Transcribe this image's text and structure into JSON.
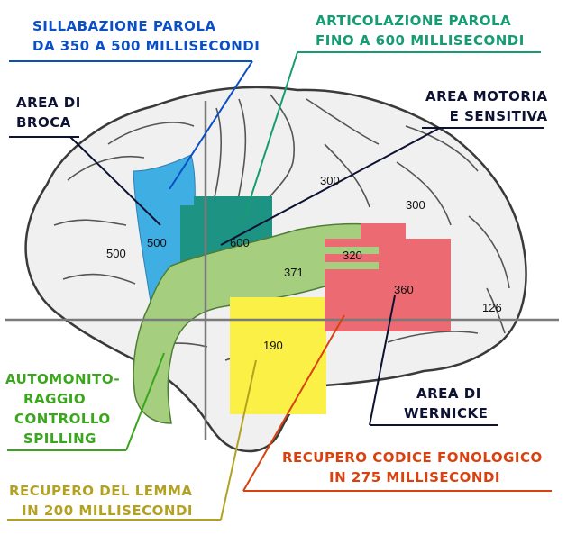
{
  "labels": {
    "sillabazione": [
      "SILLABAZIONE PAROLA",
      "DA 350 A 500  MILLISECONDI"
    ],
    "articolazione": [
      "ARTICOLAZIONE PAROLA",
      "FINO  A 600  MILLISECONDI"
    ],
    "broca": [
      "AREA DI",
      "BROCA"
    ],
    "motoria": [
      "AREA MOTORIA",
      "E SENSITIVA"
    ],
    "automonitoraggio": [
      "AUTOMONITO-",
      "RAGGIO",
      "CONTROLLO",
      "SPILLING"
    ],
    "wernicke": [
      "AREA DI",
      "WERNICKE"
    ],
    "fonologico": [
      "RECUPERO CODICE FONOLOGICO",
      "IN 275  MILLISECONDI"
    ],
    "lemma": [
      "RECUPERO DEL LEMMA",
      "IN 200 MILLISECONDI"
    ]
  },
  "numbers": {
    "n500_left": "500",
    "n500_blue": "500",
    "n600": "600",
    "n300_top": "300",
    "n300_right": "300",
    "n320": "320",
    "n371": "371",
    "n360": "360",
    "n126": "126",
    "n190": "190"
  },
  "colors": {
    "blue": "#0a4fc4",
    "teal": "#169c72",
    "dark": "#0d1232",
    "green": "#3aa61c",
    "olive": "#b3a121",
    "orange": "#d9410f",
    "region_blue": "#3eaee3",
    "region_teal": "#1d9483",
    "region_green": "#a5cf7f",
    "region_yellow": "#fbf045",
    "region_red": "#ec6a72"
  }
}
